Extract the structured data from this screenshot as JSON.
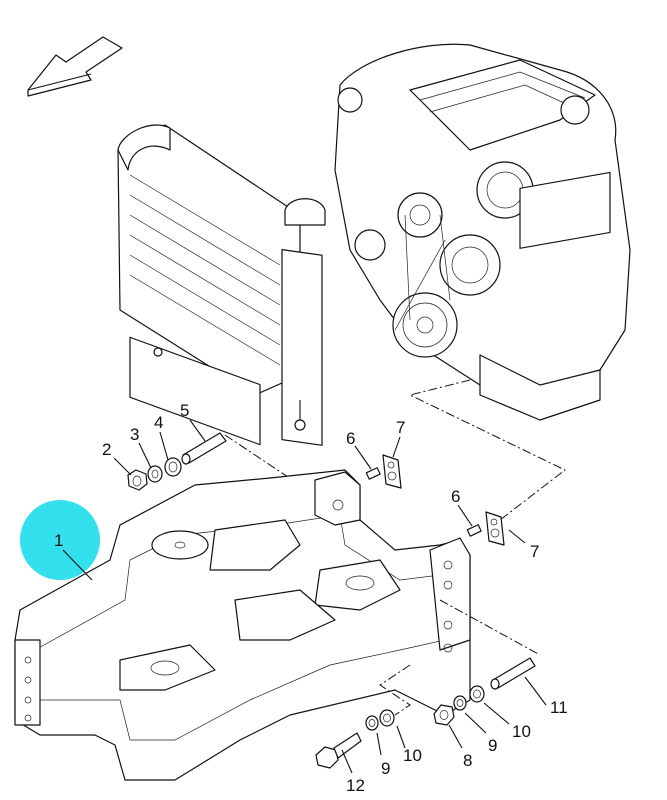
{
  "diagram": {
    "type": "exploded parts illustration",
    "subject": "Engine, radiator and front axle support frame with mounting hardware",
    "highlight_color": "#33e0ee",
    "highlighted_callout": "1",
    "direction_arrow": "front-direction-arrow",
    "components": [
      {
        "name": "radiator-assembly",
        "callout": null
      },
      {
        "name": "engine-assembly",
        "callout": null
      },
      {
        "name": "front-support-frame",
        "callout": "1"
      }
    ],
    "callouts": [
      {
        "id": "c1",
        "label": "1",
        "part": "front-support-frame",
        "highlighted": true
      },
      {
        "id": "c2",
        "label": "2",
        "part": "nut"
      },
      {
        "id": "c3",
        "label": "3",
        "part": "lock-washer"
      },
      {
        "id": "c4",
        "label": "4",
        "part": "flat-washer"
      },
      {
        "id": "c5",
        "label": "5",
        "part": "pin"
      },
      {
        "id": "c6a",
        "label": "6",
        "part": "dowel-pin"
      },
      {
        "id": "c7a",
        "label": "7",
        "part": "plate"
      },
      {
        "id": "c6b",
        "label": "6",
        "part": "dowel-pin"
      },
      {
        "id": "c7b",
        "label": "7",
        "part": "plate"
      },
      {
        "id": "c8",
        "label": "8",
        "part": "nut"
      },
      {
        "id": "c9a",
        "label": "9",
        "part": "lock-washer"
      },
      {
        "id": "c10a",
        "label": "10",
        "part": "flat-washer"
      },
      {
        "id": "c11",
        "label": "11",
        "part": "pin"
      },
      {
        "id": "c12",
        "label": "12",
        "part": "bolt"
      },
      {
        "id": "c9b",
        "label": "9",
        "part": "lock-washer"
      },
      {
        "id": "c10b",
        "label": "10",
        "part": "flat-washer"
      }
    ]
  }
}
